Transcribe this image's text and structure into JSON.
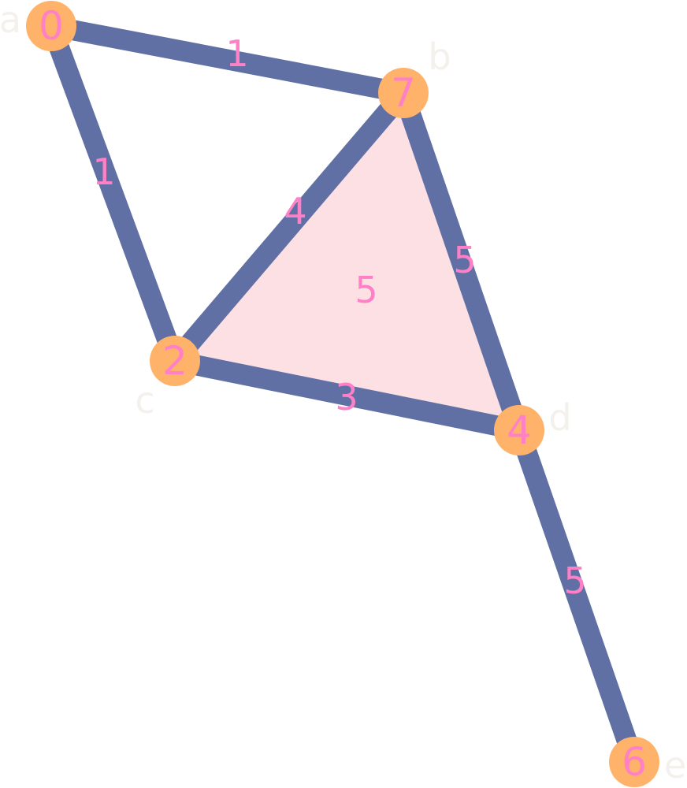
{
  "colors": {
    "edge": "#6070a4",
    "node": "#ffb36a",
    "face": "#fde0e4",
    "number": "#ff80c6",
    "node_name": "#f4f1ec"
  },
  "nodes": [
    {
      "id": "a",
      "name": "a",
      "value": "0"
    },
    {
      "id": "b",
      "name": "b",
      "value": "7"
    },
    {
      "id": "c",
      "name": "c",
      "value": "2"
    },
    {
      "id": "d",
      "name": "d",
      "value": "4"
    },
    {
      "id": "e",
      "name": "e",
      "value": "6"
    }
  ],
  "edges": [
    {
      "id": "a-b",
      "from": "a",
      "to": "b",
      "value": "1"
    },
    {
      "id": "a-c",
      "from": "a",
      "to": "c",
      "value": "1"
    },
    {
      "id": "b-c",
      "from": "b",
      "to": "c",
      "value": "4"
    },
    {
      "id": "b-d",
      "from": "b",
      "to": "d",
      "value": "5"
    },
    {
      "id": "c-d",
      "from": "c",
      "to": "d",
      "value": "3"
    },
    {
      "id": "d-e",
      "from": "d",
      "to": "e",
      "value": "5"
    }
  ],
  "faces": [
    {
      "id": "b-c-d",
      "vertices": [
        "b",
        "c",
        "d"
      ],
      "value": "5"
    }
  ]
}
